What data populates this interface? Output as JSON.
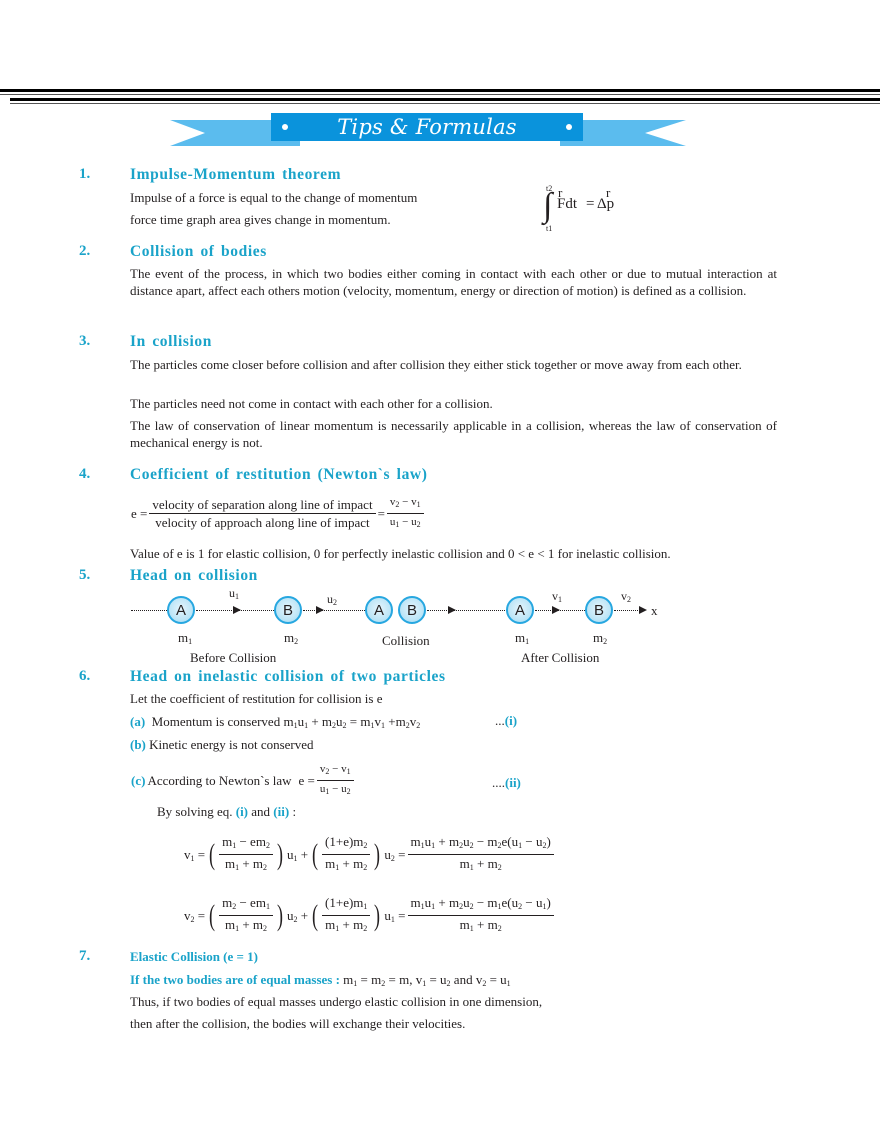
{
  "banner": {
    "title": "Tips & Formulas",
    "colors": {
      "main": "#0a93dc",
      "tails": "#5bbcee",
      "heading": "#1aa3c9"
    }
  },
  "sections": [
    {
      "number": "1.",
      "title": "Impulse-Momentum theorem",
      "lines": [
        "Impulse of a force is equal to the change of momentum",
        "force time graph area gives change in momentum."
      ],
      "formula": {
        "lower_limit": "t1",
        "upper_limit": "t2",
        "integrand": "Fdt",
        "equals": "=",
        "rhs": "Δp",
        "vector_mark": "r"
      }
    },
    {
      "number": "2.",
      "title": "Collision of bodies",
      "paragraph": "The event of the process, in which two bodies either coming in contact with each other or due to mutual interaction at distance apart, affect each others motion (velocity, momentum, energy or direction of motion) is defined as a collision."
    },
    {
      "number": "3.",
      "title": "In collision",
      "paragraphs": [
        "The particles come closer before collision and after collision they either stick together or move away from each other.",
        "The particles need not come in contact with each other for a collision.",
        "The law of conservation of linear momentum is necessarily applicable in a collision, whereas the law of conservation of mechanical energy is not."
      ]
    },
    {
      "number": "4.",
      "title": "Coefficient of restitution (Newton`s law)",
      "formula": {
        "lhs": "e =",
        "numerator": "velocity of separation along line of impact",
        "denominator": "velocity of approach along line of impact",
        "equals": "=",
        "num2": "v2 − v1",
        "den2": "u1 − u2"
      },
      "note": "Value of e is 1 for elastic collision, 0 for perfectly inelastic collision and 0 < e < 1 for inelastic collision."
    },
    {
      "number": "5.",
      "title": "Head on collision",
      "diagram": {
        "ball_a": "A",
        "ball_b": "B",
        "u1": "u1",
        "u2": "u2",
        "v1": "v1",
        "v2": "v2",
        "m1": "m1",
        "m2": "m2",
        "axis": "x",
        "before_label": "Before Collision",
        "collision_label": "Collision",
        "after_label": "After Collision"
      }
    },
    {
      "number": "6.",
      "title": "Head on inelastic collision of two particles",
      "intro": "Let the coefficient of restitution for collision is e",
      "a_marker": "(a)",
      "a_text": "Momentum is conserved",
      "a_eq": "m1u1 + m2u2 = m1v1 +m2v2",
      "a_ref": "...(i)",
      "b_marker": "(b)",
      "b_text": "Kinetic energy is not conserved",
      "c_marker": "(c)",
      "c_text": "According to Newton`s law",
      "c_ref": "....(ii)",
      "solving_prefix": "By solving eq.",
      "solving_i": "(i)",
      "solving_and": "and",
      "solving_ii": "(ii)",
      "solving_suffix": ":",
      "v1_formula": "v1 = ((m1 − em2)/(m1 + m2))u1 + (((1+e)m2)/(m1 + m2))u2 = (m1u1 + m2u2 − m2e(u1 − u2))/(m1 + m2)",
      "v2_formula": "v2 = ((m2 − em1)/(m1 + m2))u2 + (((1+e)m1)/(m1 + m2))u1 = (m1u1 + m2u2 − m1e(u2 − u1))/(m1 + m2)"
    },
    {
      "number": "7.",
      "title": "Elastic Collision (e = 1)",
      "subheading": "If the two bodies are of equal masses :",
      "subheading_eq": "m1 = m2 = m, v1 = u2 and v2 = u1",
      "lines": [
        "Thus, if two bodies of equal masses undergo elastic collision in one dimension,",
        "then after the collision, the bodies will exchange their velocities."
      ]
    }
  ]
}
